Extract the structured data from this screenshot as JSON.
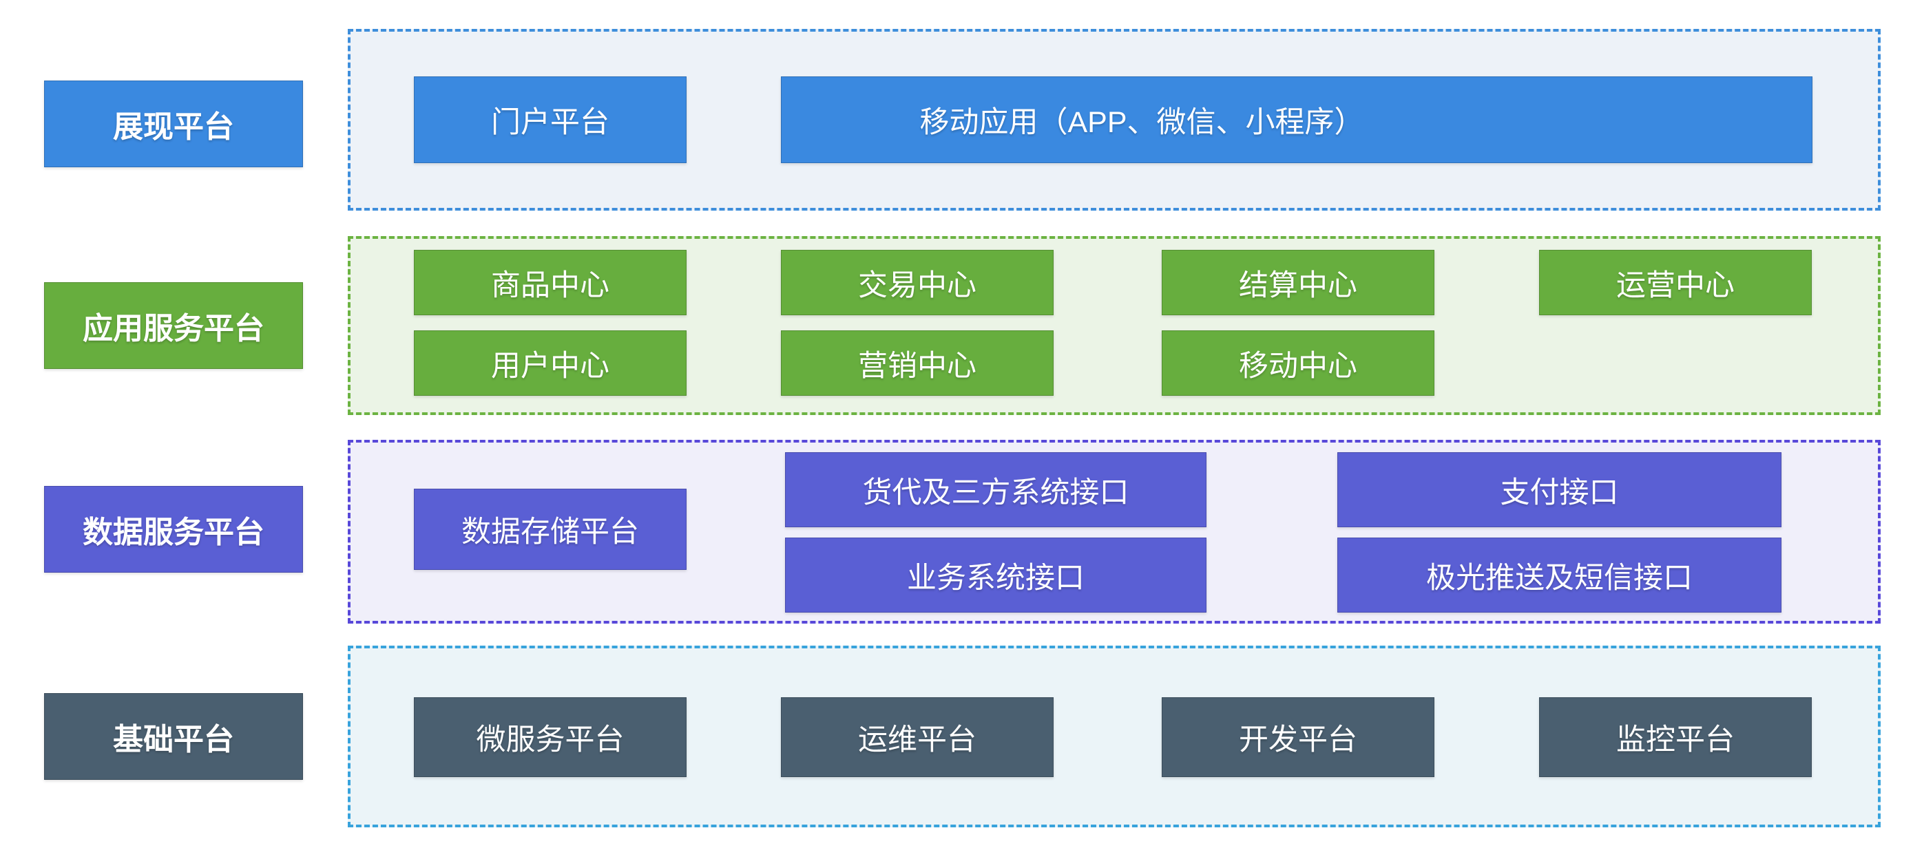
{
  "colors": {
    "blue": "#3a89e0",
    "blue_container_bg": "#edf2f8",
    "blue_dash": "#3e8edb",
    "green": "#67ae3e",
    "green_container_bg": "#ebf4e6",
    "green_dash": "#6cb342",
    "purple": "#5a5fd4",
    "purple_container_bg": "#f0effa",
    "purple_dash": "#5848d9",
    "slate": "#4a5f70",
    "slate_container_bg": "#ebf4f8",
    "slate_dash": "#38a3dc"
  },
  "layers": [
    {
      "label": "展现平台",
      "boxes": [
        {
          "label": "门户平台"
        },
        {
          "label": "移动应用（APP、微信、小程序）"
        }
      ]
    },
    {
      "label": "应用服务平台",
      "boxes": [
        {
          "label": "商品中心"
        },
        {
          "label": "交易中心"
        },
        {
          "label": "结算中心"
        },
        {
          "label": "运营中心"
        },
        {
          "label": "用户中心"
        },
        {
          "label": "营销中心"
        },
        {
          "label": "移动中心"
        }
      ]
    },
    {
      "label": "数据服务平台",
      "boxes": [
        {
          "label": "数据存储平台"
        },
        {
          "label": "货代及三方系统接口"
        },
        {
          "label": "业务系统接口"
        },
        {
          "label": "支付接口"
        },
        {
          "label": "极光推送及短信接口"
        }
      ]
    },
    {
      "label": "基础平台",
      "boxes": [
        {
          "label": "微服务平台"
        },
        {
          "label": "运维平台"
        },
        {
          "label": "开发平台"
        },
        {
          "label": "监控平台"
        }
      ]
    }
  ]
}
